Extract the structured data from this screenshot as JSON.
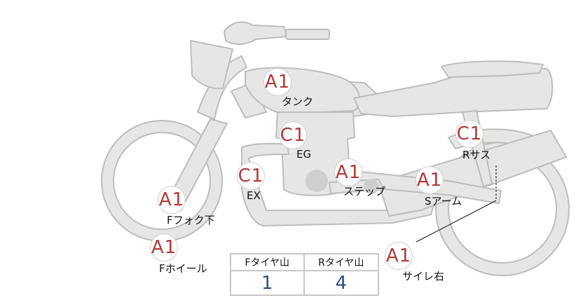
{
  "colors": {
    "bike_fill": "#e6e6e4",
    "bike_stroke": "#bdbdbb",
    "grade": "#b23a3a",
    "value": "#2f4f86"
  },
  "markers": [
    {
      "grade": "A1",
      "label": "タンク"
    },
    {
      "grade": "C1",
      "label": "EG"
    },
    {
      "grade": "C1",
      "label": "Rサス"
    },
    {
      "grade": "C1",
      "label": "EX"
    },
    {
      "grade": "A1",
      "label": "ステップ"
    },
    {
      "grade": "A1",
      "label": "Sアーム"
    },
    {
      "grade": "A1",
      "label": "Fフォク下"
    },
    {
      "grade": "A1",
      "label": "Fホイール"
    },
    {
      "grade": "A1",
      "label": "サイレ右"
    }
  ],
  "tires": {
    "front_label": "Fタイヤ山",
    "rear_label": "Rタイヤ山",
    "front_value": "1",
    "rear_value": "4"
  }
}
